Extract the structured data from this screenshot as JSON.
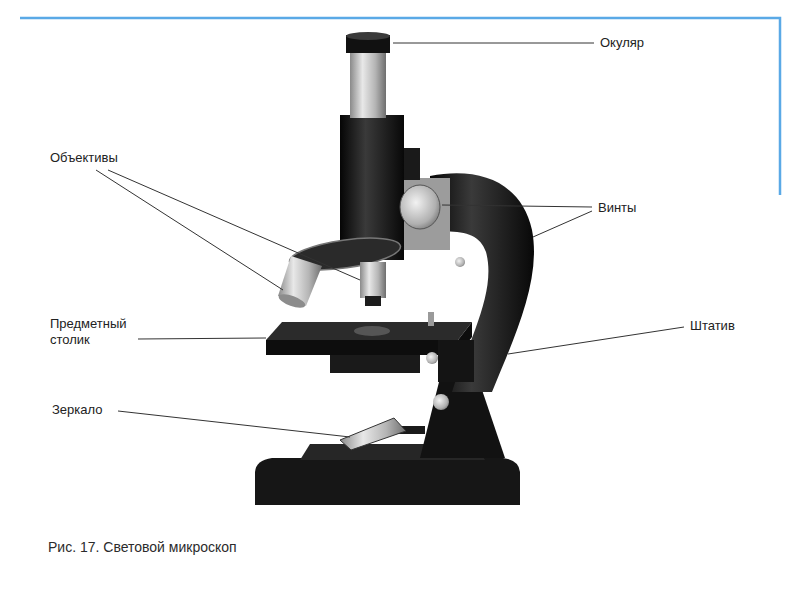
{
  "diagram": {
    "caption": "Рис. 17. Световой микроскоп",
    "labels": [
      "Окуляр",
      "Объективы",
      "Винты",
      "Предметный столик",
      "Штатив",
      "Зеркало"
    ]
  }
}
